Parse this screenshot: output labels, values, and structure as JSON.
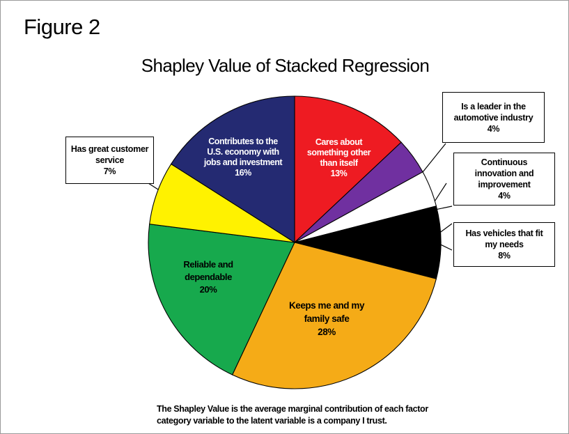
{
  "figure_label": "Figure 2",
  "chart_title": "Shapley Value of Stacked Regression",
  "footnote": "The Shapley Value is the average marginal  contribution  of each factor\ncategory  variable to the latent  variable  is a company I trust.",
  "chart_data": {
    "type": "pie",
    "title": "Shapley Value of Stacked Regression",
    "units": "percent",
    "start_angle_deg": 0,
    "direction": "clockwise",
    "center": [
      422,
      347
    ],
    "radius": 210,
    "categories": [
      "Cares about something other than itself",
      "Is a leader in the automotive industry",
      "Continuous innovation and improvement",
      "Has vehicles that fit my needs",
      "Keeps me and my family safe",
      "Reliable and dependable",
      "Has great customer service",
      "Contributes to the U.S. economy with jobs and investment"
    ],
    "values": [
      13,
      4,
      4,
      8,
      28,
      20,
      7,
      16
    ],
    "colors": [
      "#ee1b22",
      "#7030a0",
      "#ffffff",
      "#000000",
      "#f5ab17",
      "#17a94d",
      "#fff200",
      "#242a72"
    ],
    "label_placement": [
      "inside",
      "callout",
      "callout",
      "callout",
      "inside",
      "inside",
      "callout",
      "inside"
    ]
  },
  "slices": [
    {
      "id": "cares-about-something-other",
      "name": "Cares about something other than itself",
      "label": "Cares about\nsomething other\nthan itself",
      "percent_text": "13%",
      "value": 13,
      "color": "#ee1b22",
      "text_color": "#ffffff"
    },
    {
      "id": "leader-automotive-industry",
      "name": "Is a leader in the automotive industry",
      "label": "Is a leader in the\nautomotive  industry",
      "percent_text": "4%",
      "value": 4,
      "color": "#7030a0",
      "text_color": "#000000"
    },
    {
      "id": "continuous-innovation",
      "name": "Continuous innovation and improvement",
      "label": "Continuous\ninnovation and\nimprovement",
      "percent_text": "4%",
      "value": 4,
      "color": "#ffffff",
      "text_color": "#000000"
    },
    {
      "id": "has-vehicles-that-fit",
      "name": "Has vehicles that fit my needs",
      "label": "Has vehicles that fit\nmy needs",
      "percent_text": "8%",
      "value": 8,
      "color": "#000000",
      "text_color": "#000000"
    },
    {
      "id": "keeps-me-and-my-family-safe",
      "name": "Keeps me and my family safe",
      "label": "Keeps me and my\nfamily safe",
      "percent_text": "28%",
      "value": 28,
      "color": "#f5ab17",
      "text_color": "#000000"
    },
    {
      "id": "reliable-and-dependable",
      "name": "Reliable and dependable",
      "label": "Reliable and\ndependable",
      "percent_text": "20%",
      "value": 20,
      "color": "#17a94d",
      "text_color": "#000000"
    },
    {
      "id": "has-great-customer-service",
      "name": "Has great customer service",
      "label": "Has great  customer\nservice",
      "percent_text": "7%",
      "value": 7,
      "color": "#fff200",
      "text_color": "#000000"
    },
    {
      "id": "contributes-us-economy",
      "name": "Contributes to the U.S. economy with jobs and investment",
      "label": "Contributes to the\nU.S. economy with\njobs and investment",
      "percent_text": "16%",
      "value": 16,
      "color": "#242a72",
      "text_color": "#ffffff"
    }
  ],
  "inside_labels": {
    "navy": "Contributes to the\nU.S. economy with\njobs and investment\n16%",
    "red": "Cares about\nsomething other\nthan itself\n13%",
    "orange": "Keeps me and my\nfamily safe\n28%",
    "green": "Reliable and\ndependable\n20%"
  },
  "callouts": {
    "leader": "Is a leader in the\nautomotive  industry\n4%",
    "innovation": "Continuous\ninnovation and\nimprovement\n4%",
    "vehicles": "Has vehicles that fit\nmy needs\n8%",
    "service": "Has great  customer\nservice\n7%"
  }
}
